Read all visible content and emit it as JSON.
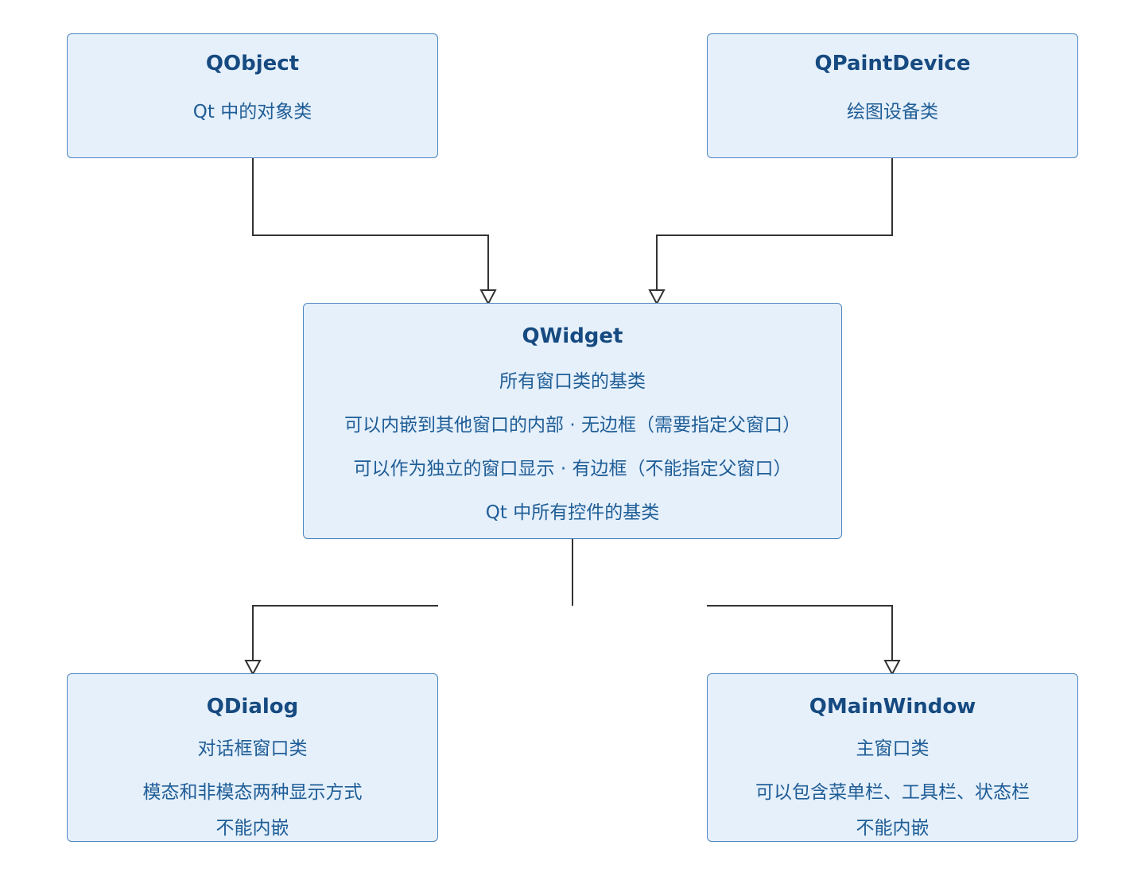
{
  "nodes": {
    "qobject": {
      "title": "QObject",
      "lines": [
        "Qt 中的对象类"
      ]
    },
    "qpaintdevice": {
      "title": "QPaintDevice",
      "lines": [
        "绘图设备类"
      ]
    },
    "qwidget": {
      "title": "QWidget",
      "lines": [
        "所有窗口类的基类",
        "可以内嵌到其他窗口的内部 · 无边框（需要指定父窗口）",
        "可以作为独立的窗口显示 · 有边框（不能指定父窗口）",
        "Qt 中所有控件的基类"
      ]
    },
    "qdialog": {
      "title": "QDialog",
      "lines": [
        "对话框窗口类",
        "模态和非模态两种显示方式",
        "不能内嵌"
      ]
    },
    "qmainwindow": {
      "title": "QMainWindow",
      "lines": [
        "主窗口类",
        "可以包含菜单栏、工具栏、状态栏",
        "不能内嵌"
      ]
    }
  },
  "edges": [
    {
      "from": "QObject",
      "to": "QWidget",
      "arrow": "hollow-triangle"
    },
    {
      "from": "QPaintDevice",
      "to": "QWidget",
      "arrow": "hollow-triangle"
    },
    {
      "from": "QWidget",
      "to": "QDialog",
      "arrow": "hollow-triangle"
    },
    {
      "from": "QWidget",
      "to": "QMainWindow",
      "arrow": "hollow-triangle"
    }
  ],
  "colors": {
    "node_fill": "#e5f0fb",
    "node_border": "#4f86c0",
    "title_text": "#164a80",
    "body_text": "#1f5d96",
    "connector": "#333333"
  }
}
